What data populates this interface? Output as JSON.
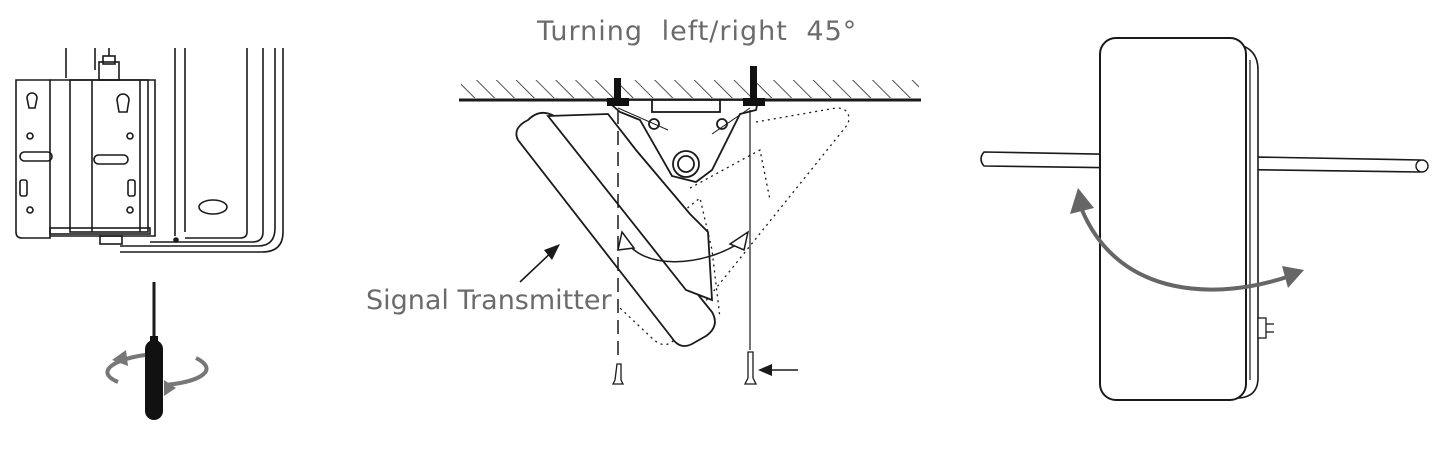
{
  "labels": {
    "turning": "Turning  left/right  45°",
    "signal_transmitter": "Signal Transmitter"
  },
  "panels": [
    {
      "name": "bracket-with-screwdriver"
    },
    {
      "name": "ceiling-mount-rotation"
    },
    {
      "name": "pole-mount-rotation"
    }
  ],
  "colors": {
    "line": "#1a1a1a",
    "arrow": "#666666",
    "text": "#6b6b6b"
  },
  "icons": [
    "screwdriver-icon",
    "rotate-arrow-icon",
    "screw-icon"
  ]
}
